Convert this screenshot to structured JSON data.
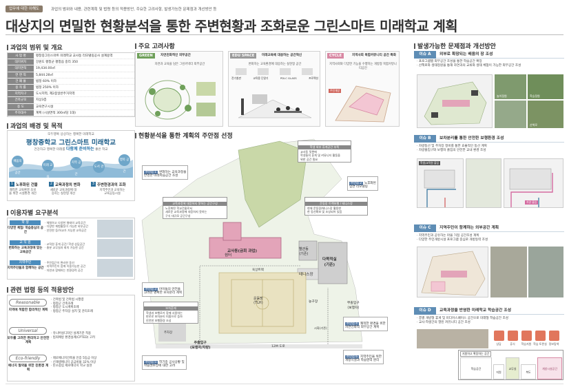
{
  "header": {
    "tag": "업무에 대한 이해도",
    "desc": "과업의 범위와 내용, 관련계획 및 법령 등의 적용방안, 주요한 고려사항, 발생가능한 문제점과 개선방안 등",
    "title": "대상지의 면밀한 현황분석을 통한 주변현황과 조화로운 그린스마트 미래학교 계획"
  },
  "scope": {
    "heading": "과업의 범위 및 개요",
    "rows": [
      {
        "k": "사 업 명",
        "v": "평창중그린스마트 미래학교 교사동 리모델링공사 설계용역"
      },
      {
        "k": "대지위치",
        "v": "강원도 평창군 평창읍 중리 350"
      },
      {
        "k": "대지면적",
        "v": "19,434.00㎡"
      },
      {
        "k": "연 면 적",
        "v": "5,844.28㎡"
      },
      {
        "k": "건 폐 율",
        "v": "법정 60% 이하"
      },
      {
        "k": "용 적 률",
        "v": "법정 250% 이하"
      },
      {
        "k": "지역지구",
        "v": "도시지역, 제2종일반주거지역"
      },
      {
        "k": "건축규모",
        "v": "지상3층"
      },
      {
        "k": "용    도",
        "v": "교육연구시설"
      },
      {
        "k": "주차대수",
        "v": "계획 (시설면적 300㎡당 1대)"
      }
    ]
  },
  "background": {
    "heading": "과업의 배경 및 목적",
    "line1": "모두행복 상상하는 행복한 미래학교",
    "big": "평창중학교 그린스마트 미래학교",
    "line3_pre": "건강하고 행복한 미래를",
    "line3_blue": "다함께 준비하는",
    "line3_post": "좋은 학교",
    "circles": [
      "배움의 공간",
      "미래 교육",
      "지역 공간",
      "도서 관",
      "행복 공간"
    ],
    "items": [
      {
        "n": "1",
        "t": "노후화된 건물",
        "d": "쾌적한 교육환경 조성을 위한 시설환경 개선"
      },
      {
        "n": "2",
        "t": "교육과정의 변화",
        "d": "새로운 교육과정에 대응하는 실현형 개선"
      },
      {
        "n": "3",
        "t": "주변현경과의 조화",
        "d": "지역주민과 교육하는 교육공동시설"
      }
    ]
  },
  "users": {
    "heading": "이용자별 요구분석",
    "groups": [
      {
        "label": "학 생",
        "sub": "다양한 체험/ 학습중심의 공간",
        "d": "· 체험하고 다양한 형태의 교육공간\n· 다양한 체험활동이 가능한 외부공간\n· 안전한 등/하교가 가능한 교육공간"
      },
      {
        "label": "교 직 원",
        "sub": "변화하는 교육과정에 맞는 교육공간",
        "d": "· 교직원 휴게 공간/ 학생 상담공간\n· 충분 교무실과 회의 가능한 공간"
      },
      {
        "label": "지역주민",
        "sub": "지역주민들과 함께하는 공간",
        "d": "· 주민접근이 편리한 동선\n· 지역주민이 함께 이용가능한 공간\n· 자연과 함께하는 친환경적 공간"
      }
    ]
  },
  "laws": {
    "heading": "관련 법령 등의 적용방안",
    "items": [
      {
        "badge": "Reasonable",
        "title": "지역에 적합한 합리적인 계획",
        "d": "· 건축법 및 건축법 시행령\n· 평창군 건축조례\n· 평창군 도시계획조례\n· 평창군 주차장 설치 및 관리조례"
      },
      {
        "badge": "Universal",
        "title": "모두를 고려한 편리하고 안전한 계획",
        "d": "· 유니버설디자인 설계기준 적용\n· 범죄예방 환경설계(CPTED) 고려"
      },
      {
        "badge": "Eco-friendly",
        "title": "에너지 절약을 위한 친환경 계획",
        "d": "· 제로에너지건축물 인증 5등급 이상\n· 신재생에너지 공급비율 32% 이상\n· 탄소중립 제로에너지 학교 실현"
      }
    ]
  },
  "considerations": {
    "heading": "주요 고려사항",
    "cards": [
      {
        "tag": "GREEN",
        "title": "자연친화적인 외부공간",
        "d": "자연과 교육을 담은 그린커넥터 외부공간"
      },
      {
        "tag": "EDU SPACE",
        "title": "미래교육에 대응하는 공간혁신",
        "d": "변화하는 교육환경에 대응하는 실현형 공간",
        "labels": [
          "전기칠판",
          "교육용 단말기",
          "PDLC GLASS",
          "프로젝션"
        ]
      },
      {
        "tag": "CYCLE",
        "title": "지역사회 복합커뮤니티 공간 특화",
        "d": "지역사회와 다양한 기능을 수행하는 개방형 복합커뮤니티공간",
        "labels": [
          "주민개방"
        ]
      }
    ]
  },
  "site": {
    "heading": "현황분석을 통한 계획의 주안점 선정",
    "callouts": [
      {
        "code": "주안점 1",
        "t": "변화하는 교육과정을\n반영한 미래학습공간 조성"
      },
      {
        "code": "주안점 2",
        "t": "노후화된\n입면 리모델링"
      },
      {
        "code": "주안점 3",
        "t": "아이들의 안전을\n고려한 명확한 보차분리 계획"
      },
      {
        "code": "주안점 4",
        "t": "쾌적한 환경을 위한\n자연친화적 외부공간 계획"
      },
      {
        "code": "주안점 5",
        "t": "학기중 공사상황 및\n학습권보장에 대한 고려"
      },
      {
        "code": "주안점 6",
        "t": "지역주민을 위한\n개방시설과 학습영역 분리"
      }
    ],
    "notes": [
      {
        "h": "학생 외부 휴게공간 부족",
        "t": "교사동 뒷편에\n학생들의 휴게 및 커뮤니티 활동을\n위한 공간 필요"
      },
      {
        "h": "교육과정에 대응하지 못하는 공간구성",
        "t": "노후화된 학교건물로서\n새로운 교육과정에 대응하지 못하는\n구식 대규모 공간구성"
      },
      {
        "h": "운동장 트랙보행 / 테니스장",
        "t": "현재 운동장/테니스장 활용한\n한 동선확보 및 조성되어 있음"
      },
      {
        "h": "보차혼재",
        "t": "학생과 보행로가 함께 사용하는\n판로로 보차분리 미흡으로 등하\n안전한 보행환경 조성"
      }
    ],
    "labels": {
      "shelter": "쉼터",
      "main": "교사동(금회 과업)",
      "gym": "별관동\n(기존)",
      "multi": "다목적실\n(기존)",
      "tennis": "테니스장",
      "track": "육상트랙",
      "field": "운동장\n(TLH)",
      "basket": "농구장",
      "sub_gate": "부출입구\n(보행자)",
      "main_gate": "주출입구\n(보행자/차량)",
      "road": "12M 도로",
      "parking": "주차장",
      "stair": "계단",
      "outdoor": "시화(기존)"
    }
  },
  "issues": {
    "heading": "발생가능한 문제점과 개선방안",
    "items": [
      {
        "tag": "이슈 A",
        "title": "외부로 확장되는 배움의 장 조성",
        "d": "· 프로그램별 외부공간 조성을 통한 학습공간 확장\n· 산책로와 생태정원을 통해 자연과의 교류와 생태 체험이 가능한 외부공간 조성",
        "photos": [
          "놀이정원",
          "학습정원",
          "산책로"
        ]
      },
      {
        "tag": "이슈 B",
        "title": "보차분리를 통한 안전한 보행환경 조성",
        "d": "· 차량동선 및 주차장 정비를 통한 효율적인 동선 계획\n· 차량출입구와 보행자 출입의 안전한 교내 환경 조성",
        "labels": [
          "학생/교직원 출입",
          "차량 출입"
        ]
      },
      {
        "tag": "이슈 C",
        "title": "지역주민이 함께하는 외부공간 계획",
        "d": "· 지역주민과 공유하는 마을 거점 공간조성 계획\n· 다양한 주민개방시설 프로그램 중심로 개방동력 조성"
      },
      {
        "tag": "이슈 D",
        "title": "교육과정을 반영한 미래학교 학습공간 조성",
        "d": "· 층별 개방형 휴게 및 미디어스페이스 공간으로 미래형 학습공간 조성\n· 교사·학생간의 열린 커뮤니티 공간 조성",
        "icons": [
          "상담",
          "휴식",
          "학습지원",
          "학습 토론실",
          "정보탐색"
        ],
        "plan": [
          "지붕하고 확장하는 공간",
          "학습공간",
          "지원",
          "교무실",
          "복도",
          "개방시설공간"
        ]
      }
    ]
  },
  "colors": {
    "accent": "#5e8db5",
    "green": "#6fa05a",
    "pink": "#d888a3",
    "field": "#e9e2c1",
    "grass": "#c9d8a8"
  }
}
